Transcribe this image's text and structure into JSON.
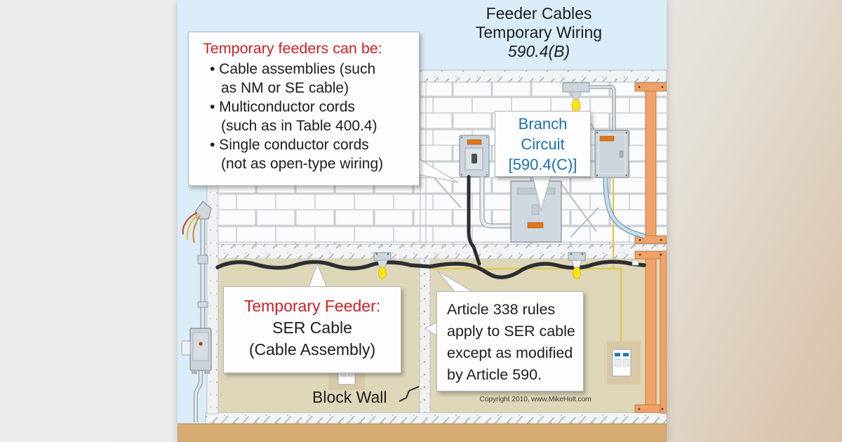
{
  "title": {
    "line1": "Feeder Cables",
    "line2": "Temporary Wiring",
    "line3": "590.4(B)"
  },
  "callouts": {
    "feeders": {
      "heading": "Temporary feeders can be:",
      "items": [
        "• Cable assemblies (such\nas NM or SE cable)",
        "• Multiconductor cords\n(such as in Table 400.4)",
        "• Single conductor cords\n(not as open-type wiring)"
      ]
    },
    "branch_circuit": {
      "text": "Branch\nCircuit\n[590.4(C)]"
    },
    "temp_feeder": {
      "heading": "Temporary Feeder:",
      "body": "SER Cable\n(Cable Assembly)"
    },
    "article_338": {
      "text": "Article 338 rules\napply to SER cable\nexcept as modified\nby Article 590."
    },
    "block_wall_label": "Block Wall",
    "copyright": "Copyright 2010, www.MikeHolt.com"
  },
  "colors": {
    "callout_red": "#cc2127",
    "callout_blue": "#1b6fb0",
    "sky": "#daecf8",
    "brick_mortar": "#c9cfd4",
    "tan_wall": "#ded6b8",
    "ground": "#d6ab71",
    "wood_post": "#efa168",
    "panel_gray": "#ccd5db",
    "panel_label_orange": "#e2761b",
    "cable_black": "#2b2e32",
    "wire_yellow": "#dcc94f",
    "conduit_blue": "#c4ddec",
    "bulb_yellow": "#f7e318"
  }
}
